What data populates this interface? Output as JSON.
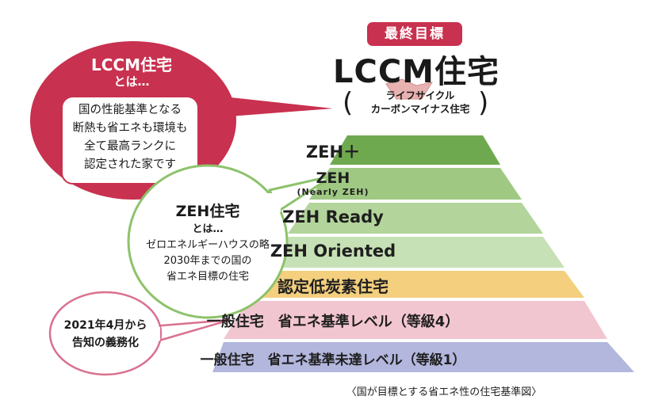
{
  "goal_label": "最終目標",
  "lccm": {
    "title": "LCCM住宅",
    "sub_line1": "ライフサイクル",
    "sub_line2": "カーボンマイナス住宅",
    "paren_open": "(",
    "paren_close": ")"
  },
  "tiers": [
    {
      "label": "ZEH＋",
      "color": "#6fa94f"
    },
    {
      "label": "ZEH",
      "sub": "(Nearly ZEH)",
      "color": "#9fc983"
    },
    {
      "label": "ZEH Ready",
      "color": "#b3d59b"
    },
    {
      "label": "ZEH Oriented",
      "color": "#c7e1b6"
    },
    {
      "label": "認定低炭素住宅",
      "color": "#f3cf7e"
    },
    {
      "label": "一般住宅　省エネ基準レベル（等級4）",
      "color": "#f2c6d0"
    },
    {
      "label": "一般住宅　省エネ基準未達レベル（等級1）",
      "color": "#b3b7dd"
    }
  ],
  "bubble_lccm": {
    "title": "LCCM住宅",
    "subtitle": "とは…",
    "lines": [
      "国の性能基準となる",
      "断熱も省エネも環境も",
      "全て最高ランクに",
      "認定された家です"
    ],
    "color": "#c8314f"
  },
  "bubble_zeh": {
    "title": "ZEH住宅",
    "subtitle": "とは…",
    "lines": [
      "ゼロエネルギーハウスの略",
      "2030年までの国の",
      "省エネ目標の住宅"
    ],
    "color": "#8dc26b"
  },
  "bubble_2021": {
    "lines": [
      "2021年4月から",
      "告知の義務化"
    ],
    "color": "#d9718f"
  },
  "caption": "〈国が目標とする省エネ性の住宅基準図〉"
}
